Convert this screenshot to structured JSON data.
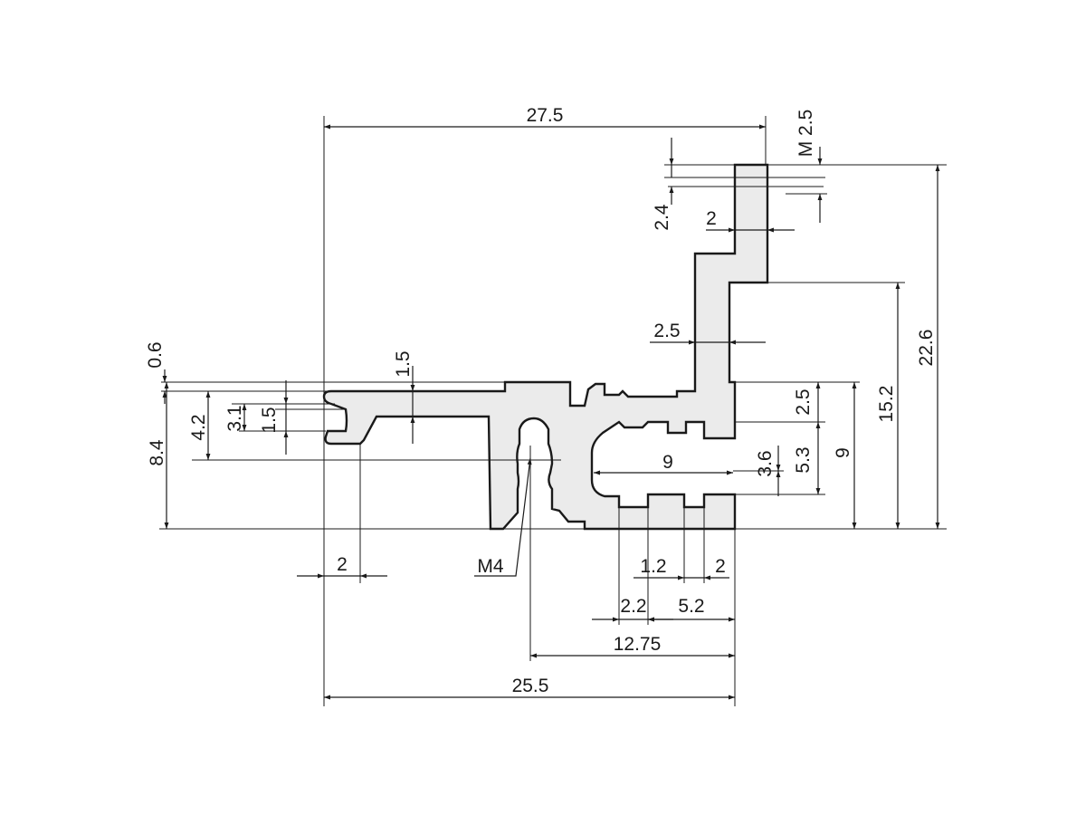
{
  "colors": {
    "profile_fill": "#ebebeb",
    "line": "#1a1a1a",
    "background": "#ffffff"
  },
  "dimensions": {
    "d27_5": "27.5",
    "m2_5": "M 2.5",
    "d2_4": "2.4",
    "d2_top": "2",
    "d2_5_inner": "2.5",
    "d0_6": "0.6",
    "d1_5_top": "1.5",
    "d8_4": "8.4",
    "d4_2": "4.2",
    "d3_1": "3.1",
    "d1_5_left": "1.5",
    "d2_5_right": "2.5",
    "d15_2": "15.2",
    "d22_6": "22.6",
    "d9_vertical": "9",
    "d5_3": "5.3",
    "d3_6": "3.6",
    "d9_slot": "9",
    "d2_bottom_left": "2",
    "m4": "M4",
    "d1_2": "1.2",
    "d2_bottom_right": "2",
    "d2_2": "2.2",
    "d5_2": "5.2",
    "d12_75": "12.75",
    "d25_5": "25.5"
  }
}
